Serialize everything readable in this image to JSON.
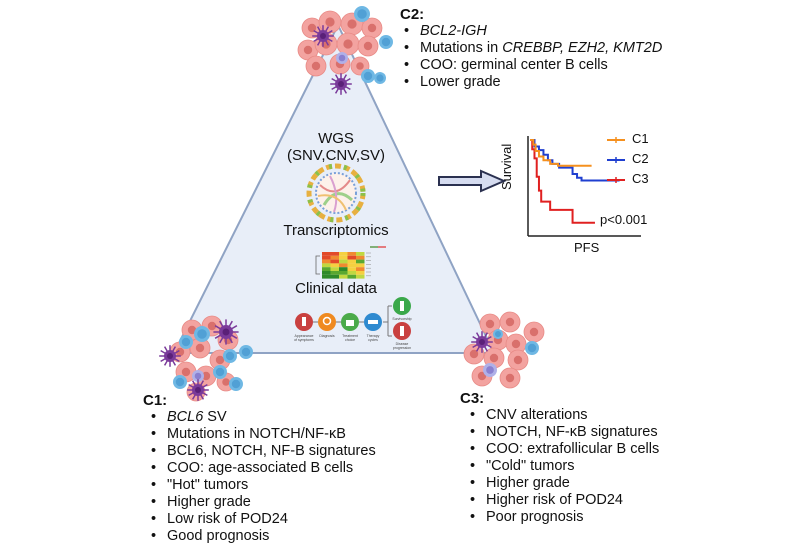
{
  "center": {
    "wgs_title": "WGS",
    "wgs_subtitle": "(SNV,CNV,SV)",
    "transcriptomics_label": "Transcriptomics",
    "clinical_label": "Clinical data",
    "clinical_steps": [
      "Appearance of symptoms",
      "Diagnosis",
      "Treatment choice",
      "Therapy cycles",
      "Survivorship",
      "Disease progression"
    ]
  },
  "clusters": {
    "c2": {
      "title": "C2:",
      "items": [
        {
          "italic": "BCL2-IGH",
          "text": ""
        },
        {
          "text": "Mutations in ",
          "italic": "CREBBP, EZH2, KMT2D"
        },
        {
          "text": "COO: germinal center B cells"
        },
        {
          "text": "Lower grade"
        }
      ]
    },
    "c1": {
      "title": "C1:",
      "items": [
        {
          "italic": "BCL6",
          "text": " SV"
        },
        {
          "text": "Mutations in NOTCH/NF-κB"
        },
        {
          "text": "BCL6, NOTCH, NF-B signatures"
        },
        {
          "text": "COO: age-associated B cells"
        },
        {
          "text": "\"Hot\" tumors"
        },
        {
          "text": "Higher grade"
        },
        {
          "text": "Low risk of POD24"
        },
        {
          "text": "Good prognosis"
        }
      ]
    },
    "c3": {
      "title": "C3:",
      "items": [
        {
          "text": "CNV alterations"
        },
        {
          "text": "NOTCH, NF-κB signatures"
        },
        {
          "text": "COO: extrafollicular B cells"
        },
        {
          "text": "\"Cold\" tumors"
        },
        {
          "text": "Higher grade"
        },
        {
          "text": "Higher risk of POD24"
        },
        {
          "text": "Poor prognosis"
        }
      ]
    }
  },
  "colors": {
    "triangle_fill": "#e8eef8",
    "triangle_stroke": "#8fa3c4",
    "arrow_fill": "#d6dcf0",
    "arrow_stroke": "#2b3150",
    "c1": "#f5901e",
    "c2": "#1f3fd0",
    "c3": "#e02020",
    "tumor_cell": "#f3a3a0",
    "tumor_nucleus": "#d9706c",
    "b_cell": "#6fb8e4",
    "b_cell_nucleus": "#3d8fcc",
    "macrophage": "#7a3a9a"
  },
  "chart_data": {
    "type": "line",
    "title": "",
    "xlabel": "PFS",
    "ylabel": "Survival",
    "xlim": [
      0,
      100
    ],
    "ylim": [
      0,
      1
    ],
    "annotation": "p<0.001",
    "legend": [
      "C1",
      "C2",
      "C3"
    ],
    "legend_position": "right",
    "series": [
      {
        "name": "C1",
        "color": "#f5901e",
        "x": [
          0,
          3,
          5,
          8,
          12,
          18,
          25,
          32,
          55
        ],
        "y": [
          1.0,
          0.95,
          0.88,
          0.82,
          0.78,
          0.74,
          0.72,
          0.72,
          0.72
        ]
      },
      {
        "name": "C2",
        "color": "#1f3fd0",
        "x": [
          0,
          4,
          8,
          12,
          16,
          20,
          26,
          34,
          38,
          42,
          46,
          80
        ],
        "y": [
          1.0,
          0.93,
          0.89,
          0.84,
          0.78,
          0.74,
          0.7,
          0.7,
          0.63,
          0.59,
          0.56,
          0.56
        ]
      },
      {
        "name": "C3",
        "color": "#e02020",
        "x": [
          0,
          2,
          4,
          6,
          8,
          10,
          18,
          38,
          58
        ],
        "y": [
          1.0,
          0.9,
          0.8,
          0.6,
          0.45,
          0.33,
          0.24,
          0.1,
          0.1
        ]
      }
    ]
  }
}
